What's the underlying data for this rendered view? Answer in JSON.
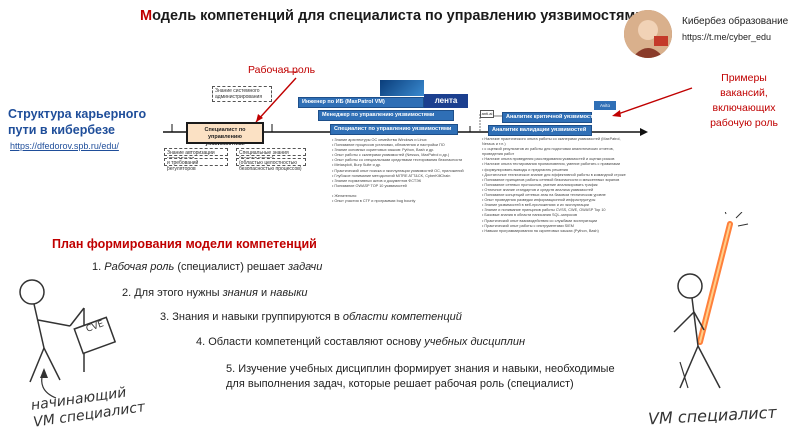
{
  "title": {
    "first_letter": "М",
    "rest": "одель компетенций для специалиста по управлению уязвимостями"
  },
  "brand": {
    "name": "Кибербез образование",
    "link": "https://t.me/cyber_edu"
  },
  "left_panel": {
    "heading_line1": "Структура карьерного",
    "heading_line2": "пути в кибербезе",
    "link": "https://dfedorov.spb.ru/edu/"
  },
  "labels": {
    "role": "Рабочая роль",
    "vacancies": "Примеры вакансий, включающих рабочую роль"
  },
  "diagram": {
    "spec_line1": "Специалист по",
    "spec_line2": "управлению уязвимостями",
    "top_box": "Знание системного администрирования",
    "left_box_1": "Знание авторизации управления уязвимостями",
    "left_box_2": "и требований регуляторов",
    "right_box_1": "Специальные знания (практическое)",
    "right_box_2": "(областью целостностью безопасностью процессов)",
    "vac1": "Инженер по ИБ (MaxPatrol VM)",
    "vac1_brand": "лента",
    "vac2": "Менеджер по управлению уязвимостями",
    "vac3": "Специалист по управлению уязвимостями",
    "vac4": "Аналитик критичной уязвимости",
    "vac5": "Аналитик валидации уязвимостей",
    "vac_tag": "Avito",
    "small_tag": "anti.ai"
  },
  "bullets_mid": [
    "Знание архитектуры ОС семейства Windows и Linux",
    "Понимание процессов установки, обновления и настройки ПО",
    "Знание основных скриптовых языков: Python, Bash и др.",
    "Опыт работы с сканерами уязвимостей (Nessus, MaxPatrol и др.)",
    "Опыт работы со специальными средствами тестирования безопасности",
    "Metasploit, Burp Suite и др.",
    "Практический опыт поиска и эксплуатации уязвимостей ОС, приложений",
    "Глубокое понимание методологий MITRE ATT&CK, CyberKillChain",
    "Знание нормативных актов и документов ФСТЭК",
    "Понимание OWASP TOP 10 уязвимостей",
    "",
    "Желательно:",
    "Опыт участия в CTF и программах bug bounty"
  ],
  "bullets_right": [
    "Наличие практического опыта работы со сканерами уязвимостей (MaxPatrol, Nessus и т.п.)",
    "с оценкой результатов их работы для подготовки аналитических отчетов, проведения работ",
    "Наличие опыта проведения расследования уязвимостей и оценки рисков",
    "Наличие опыта тестирования проникновения, умение работать с правилами",
    "формулировать выводы и предлагать решения",
    "Достаточное техническое знание для эффективной работы в командной строке",
    "Понимание принципов работы сетевой безопасности и межсетевых экранов",
    "Понимание сетевых протоколов, умение анализировать трафик",
    "Отличное знание стандартов и средств анализа уязвимостей",
    "Понимание концепций сетевых атак на базовом техническом уровне",
    "Опыт проведения разведки информационной инфраструктуры",
    "Знание уязвимостей в веб-приложениях и их эксплуатации",
    "Знание и понимание принципов работы CVSS, CWE, OWASP Top 10",
    "Базовые знания в области написания SQL-запросов",
    "Практический опыт взаимодействия со службами эксплуатации",
    "Практический опыт работы с инструментами SIEM",
    "Навыки программирования на скриптовых языках (Python, Bash)"
  ],
  "plan": {
    "title": "План формирования модели компетенций",
    "s1_num": "1.",
    "s1_role": "Рабочая роль",
    "s1_mid": "(специалист) решает",
    "s1_tasks": "задачи",
    "s2_pre": "2. Для этого нужны",
    "s2_know": "знания",
    "s2_and": "и",
    "s2_skills": "навыки",
    "s3_pre": "3. Знания и навыки группируются в",
    "s3_area": "области компетенций",
    "s4_pre": "4. Области компетенций составляют основу",
    "s4_disc": "учебных дисциплин",
    "s5": "5. Изучение учебных дисциплин формирует знания и навыки, необходимые для выполнения задач, которые решает рабочая роль (специалист)"
  },
  "figures": {
    "beginner_line1": "начинающий",
    "beginner_line2": "VM специалист",
    "sign": "CVE",
    "vm": "VM специалист"
  }
}
